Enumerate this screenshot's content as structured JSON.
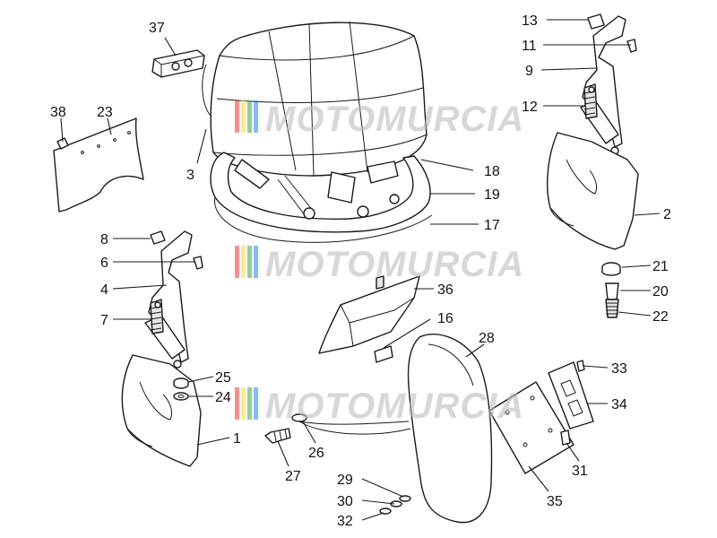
{
  "diagram": {
    "watermark": "MOTOMURCIA",
    "watermark_colors": [
      "#e53935",
      "#fdd835",
      "#43a047",
      "#1e88e5"
    ],
    "callouts": [
      {
        "label": "37"
      },
      {
        "label": "38"
      },
      {
        "label": "23"
      },
      {
        "label": "3"
      },
      {
        "label": "13"
      },
      {
        "label": "11"
      },
      {
        "label": "9"
      },
      {
        "label": "12"
      },
      {
        "label": "18"
      },
      {
        "label": "19"
      },
      {
        "label": "17"
      },
      {
        "label": "2"
      },
      {
        "label": "8"
      },
      {
        "label": "6"
      },
      {
        "label": "4"
      },
      {
        "label": "7"
      },
      {
        "label": "36"
      },
      {
        "label": "16"
      },
      {
        "label": "21"
      },
      {
        "label": "20"
      },
      {
        "label": "22"
      },
      {
        "label": "28"
      },
      {
        "label": "25"
      },
      {
        "label": "24"
      },
      {
        "label": "1"
      },
      {
        "label": "26"
      },
      {
        "label": "27"
      },
      {
        "label": "33"
      },
      {
        "label": "34"
      },
      {
        "label": "31"
      },
      {
        "label": "35"
      },
      {
        "label": "29"
      },
      {
        "label": "30"
      },
      {
        "label": "32"
      }
    ]
  }
}
